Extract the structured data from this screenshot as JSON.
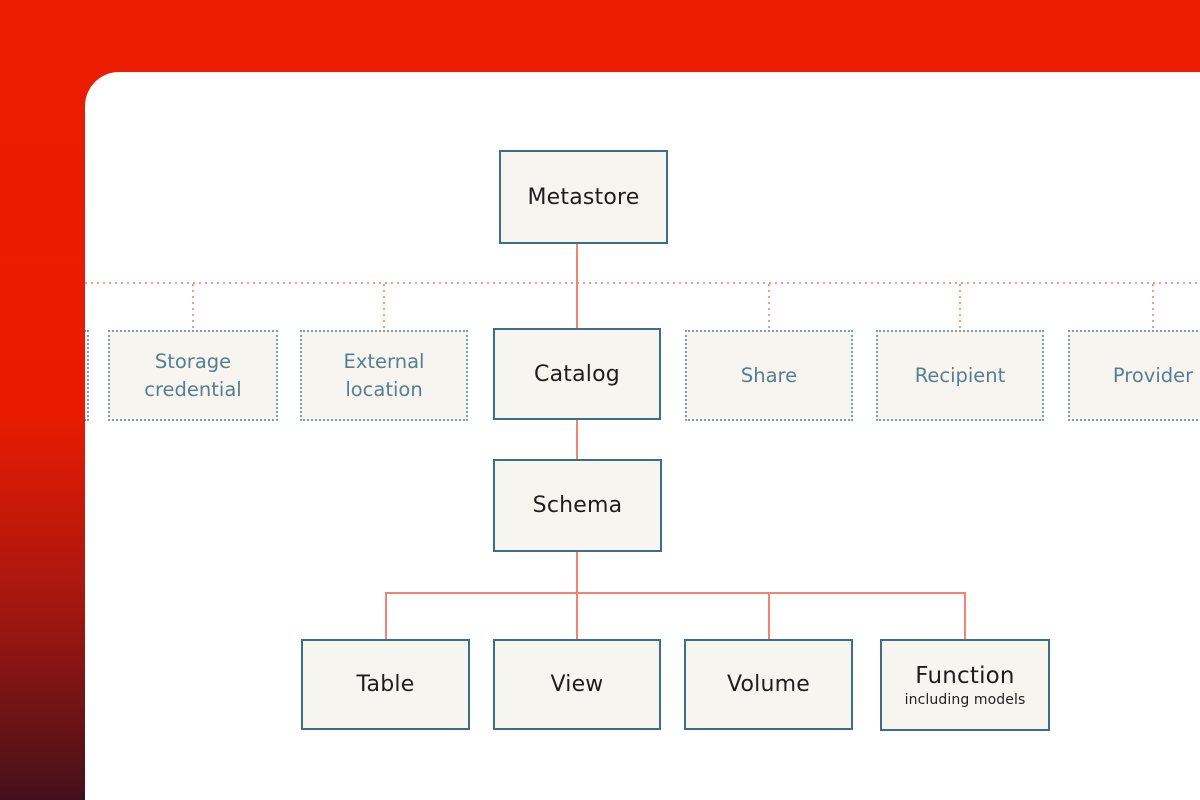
{
  "colors": {
    "background_red": "#e81c00",
    "background_red_dark": "#44101a",
    "card_background": "#ffffff",
    "node_fill": "#f6f5f0",
    "node_border_teal": "#3f6e80",
    "node_text": "#201e1d",
    "dashed_border_slate": "#849cab",
    "dashed_text_slate": "#587e92",
    "connector_solid_salmon": "#f5836f",
    "connector_dotted_salmon": "#f59b8b"
  },
  "nodes": {
    "metastore": {
      "label": "Metastore"
    },
    "catalog": {
      "label": "Catalog"
    },
    "schema": {
      "label": "Schema"
    },
    "storage_credential": {
      "label": "Storage credential"
    },
    "external_location": {
      "label": "External location"
    },
    "share": {
      "label": "Share"
    },
    "recipient": {
      "label": "Recipient"
    },
    "provider": {
      "label": "Provider"
    },
    "table": {
      "label": "Table"
    },
    "view": {
      "label": "View"
    },
    "volume": {
      "label": "Volume"
    },
    "function": {
      "label": "Function",
      "sublabel": "including models"
    }
  }
}
